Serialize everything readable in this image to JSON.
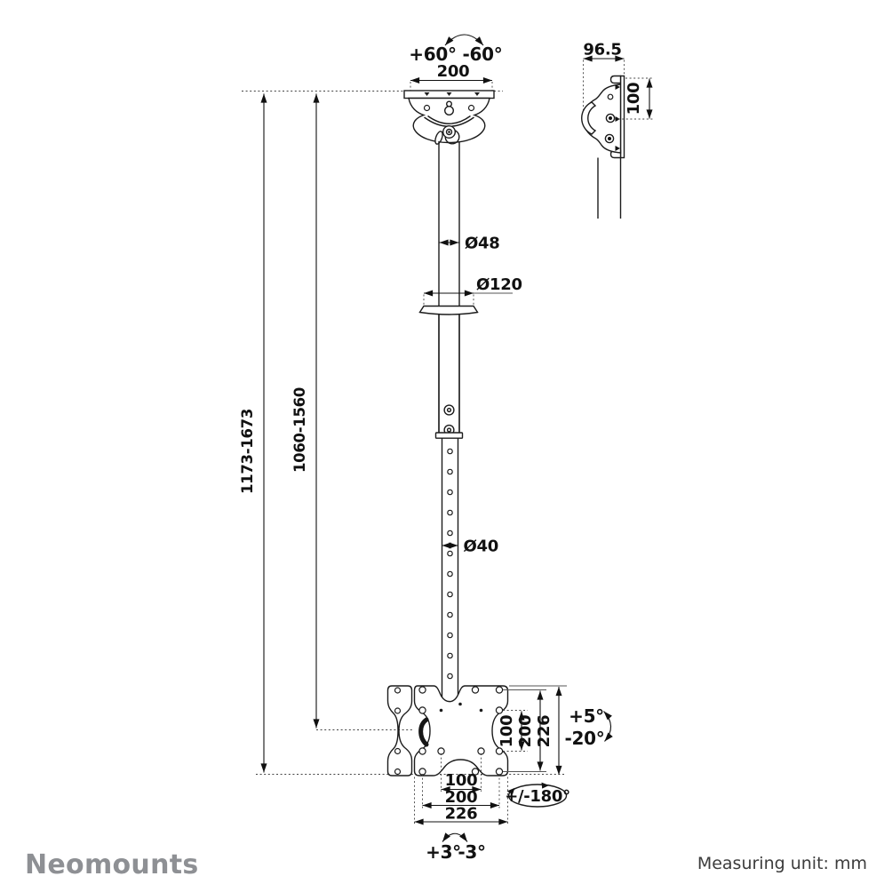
{
  "footer": {
    "logo": "Neomounts",
    "measuring_unit": "Measuring unit: mm"
  },
  "top_view": {
    "swivel_pos": "+60°",
    "swivel_neg": "-60°",
    "plate_width": "200"
  },
  "side_view": {
    "depth": "96.5",
    "hole_spacing": "100"
  },
  "pole": {
    "upper_diameter": "Ø48",
    "cover_diameter": "Ø120",
    "lower_diameter": "Ø40",
    "height_range_floor": "1173-1673",
    "height_range_center": "1060-1560"
  },
  "vesa": {
    "v100": "100",
    "v200": "200",
    "v226": "226",
    "h100": "100",
    "h200": "200",
    "h226": "226",
    "tilt_up": "+5°",
    "tilt_down": "-20°",
    "rotation": "+/-180°",
    "level_pos": "+3°",
    "level_neg": "-3°"
  },
  "colors": {
    "line": "#1c1c1c",
    "dimension": "#111111",
    "logo": "#8e9094",
    "footer_text": "#3c3c3c",
    "background": "#ffffff"
  }
}
